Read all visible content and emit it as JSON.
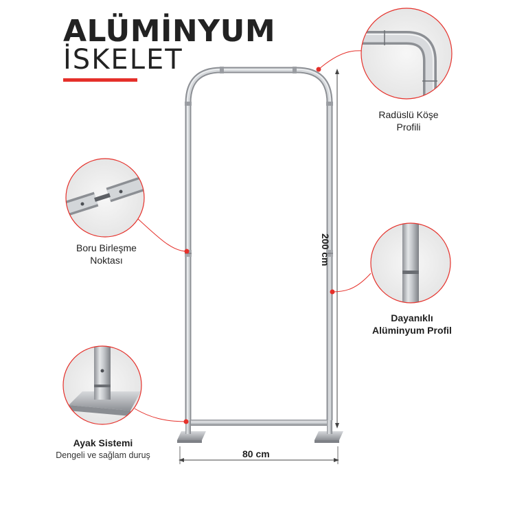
{
  "title": {
    "line1": "ALÜMİNYUM",
    "line2": "İSKELET"
  },
  "callouts": {
    "corner": {
      "label_line1": "Radüslü Köşe",
      "label_line2": "Profili"
    },
    "joint": {
      "label_line1": "Boru Birleşme",
      "label_line2": "Noktası"
    },
    "profile": {
      "label_line1": "Dayanıklı",
      "label_line2": "Alüminyum Profil"
    },
    "foot": {
      "label": "Ayak Sistemi",
      "sublabel": "Dengeli ve sağlam duruş"
    }
  },
  "dimensions": {
    "height": "200 cm",
    "width": "80 cm"
  },
  "colors": {
    "accent": "#e5302a",
    "metal": "#b9bcc0"
  }
}
